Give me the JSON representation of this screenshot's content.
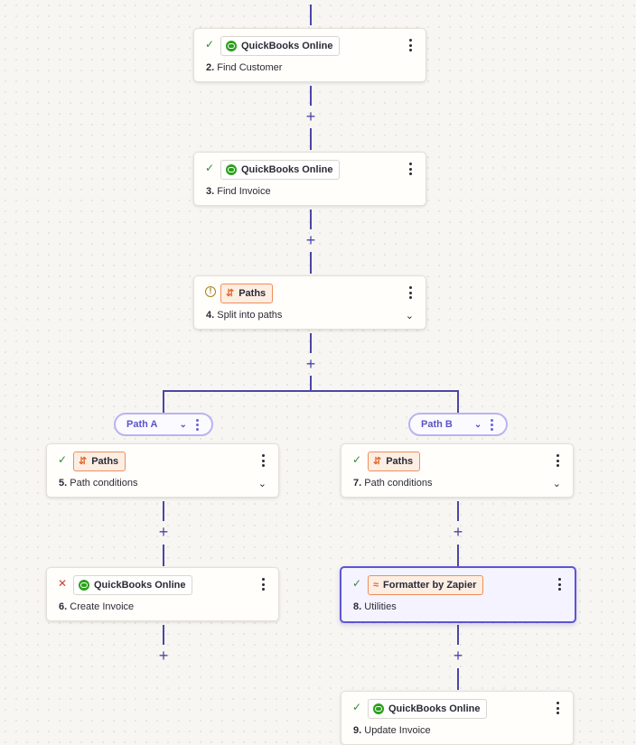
{
  "steps": [
    {
      "num": "2.",
      "title": "Find Customer",
      "app": "QuickBooks Online",
      "status": "ok"
    },
    {
      "num": "3.",
      "title": "Find Invoice",
      "app": "QuickBooks Online",
      "status": "ok"
    },
    {
      "num": "4.",
      "title": "Split into paths",
      "app": "Paths",
      "status": "warning"
    },
    {
      "num": "5.",
      "title": "Path conditions",
      "app": "Paths",
      "status": "ok"
    },
    {
      "num": "6.",
      "title": "Create Invoice",
      "app": "QuickBooks Online",
      "status": "error"
    },
    {
      "num": "7.",
      "title": "Path conditions",
      "app": "Paths",
      "status": "ok"
    },
    {
      "num": "8.",
      "title": "Utilities",
      "app": "Formatter by Zapier",
      "status": "ok"
    },
    {
      "num": "9.",
      "title": "Update Invoice",
      "app": "QuickBooks Online",
      "status": "ok"
    }
  ],
  "paths": [
    {
      "label": "Path A"
    },
    {
      "label": "Path B"
    }
  ],
  "icons": {
    "add": "+",
    "check": "✓",
    "error": "✕",
    "warning": "!",
    "chevron": "⌄",
    "paths": "⇵",
    "formatter": "≈"
  },
  "colors": {
    "accent": "#4b46a6",
    "selected_border": "#5e55d1",
    "success": "#2c8a3c",
    "error": "#d03c3c",
    "warning": "#a4831f",
    "quickbooks": "#2ca01c",
    "paths_orange": "#e06a2c"
  }
}
